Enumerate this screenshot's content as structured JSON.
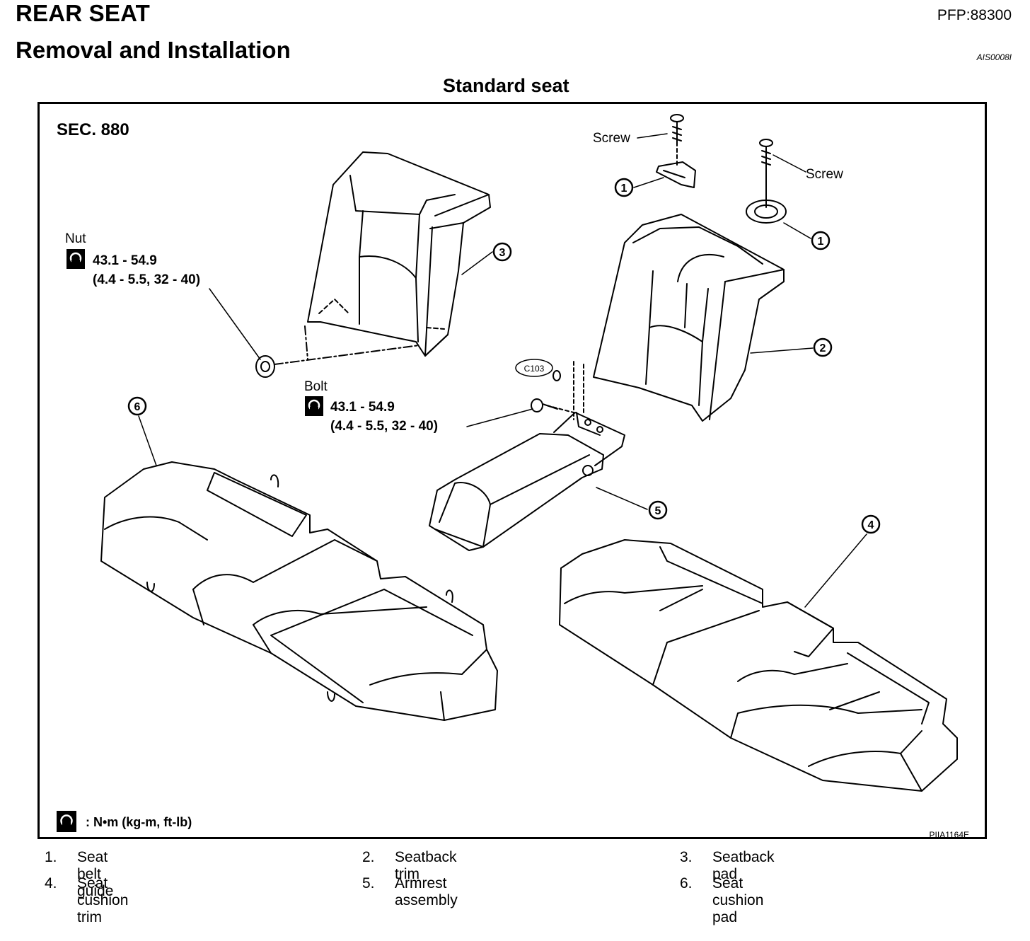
{
  "header": {
    "title": "REAR SEAT",
    "pfp": "PFP:88300",
    "subtitle": "Removal and Installation",
    "ref_code": "AIS0008I"
  },
  "figure": {
    "caption": "Standard seat",
    "section": "SEC. 880",
    "screw_label_1": "Screw",
    "screw_label_2": "Screw",
    "nut_label": "Nut",
    "nut_torque_1": "43.1 - 54.9",
    "nut_torque_2": "(4.4 - 5.5, 32 - 40)",
    "bolt_label": "Bolt",
    "bolt_torque_1": "43.1 - 54.9",
    "bolt_torque_2": "(4.4 - 5.5, 32 - 40)",
    "clip_code": "C103",
    "callouts": [
      "1",
      "1",
      "2",
      "3",
      "4",
      "5",
      "6"
    ],
    "torque_legend": ": N•m  (kg-m,  ft-lb)",
    "figure_code": "PIIA1164E"
  },
  "legend": [
    {
      "num": "1.",
      "text": "Seat belt guide"
    },
    {
      "num": "2.",
      "text": "Seatback trim"
    },
    {
      "num": "3.",
      "text": "Seatback pad"
    },
    {
      "num": "4.",
      "text": "Seat cushion trim"
    },
    {
      "num": "5.",
      "text": "Armrest assembly"
    },
    {
      "num": "6.",
      "text": "Seat cushion pad"
    }
  ]
}
